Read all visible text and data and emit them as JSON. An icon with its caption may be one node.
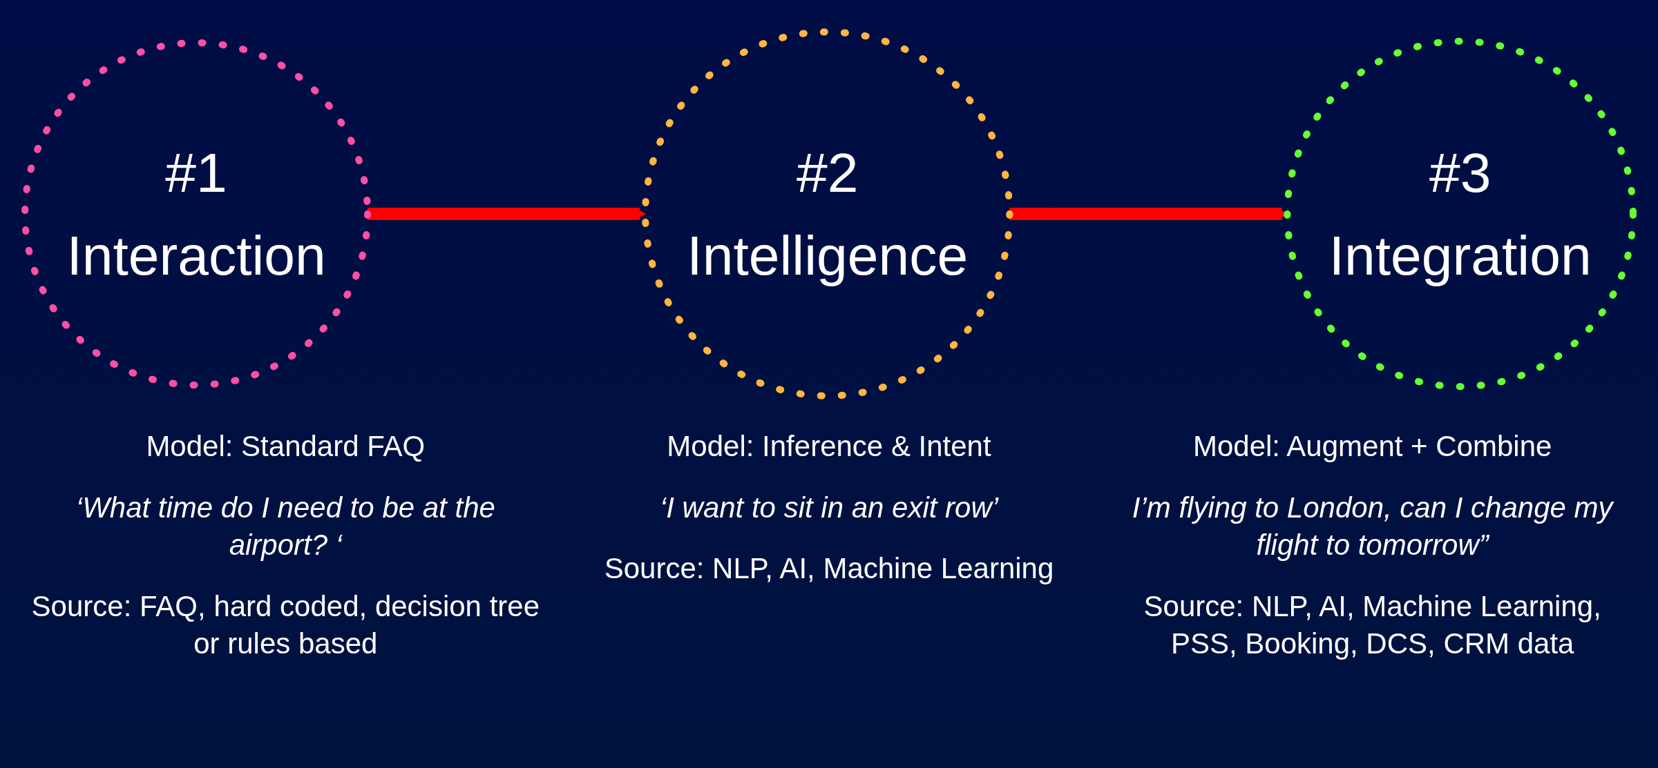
{
  "diagram": {
    "nodes": [
      {
        "text": [
          "#1",
          "Interaction"
        ],
        "beside": [
          "Model: Standard FAQ",
          "‘What time do I need to be at the airport? ‘",
          "Source: FAQ, hard coded, decision tree or rules based"
        ]
      },
      {
        "text": [
          "#2",
          "Intelligence"
        ],
        "beside": [
          "Model: Inference & Intent",
          "‘I want to sit in an exit row’",
          "Source: NLP, AI, Machine Learning"
        ]
      },
      {
        "text": [
          "#3",
          "Integration"
        ],
        "beside": [
          "Model: Augment + Combine",
          "I’m flying to London, can I change my flight to tomorrow”",
          "Source: NLP, AI, Machine Learning, PSS, Booking, DCS, CRM data"
        ]
      }
    ],
    "edges": [
      {
        "from": 0,
        "to": 1,
        "arrow": "to",
        "color": "#ff0000"
      },
      {
        "from": 1,
        "to": 2,
        "arrow": "to",
        "color": "#ff0000"
      }
    ]
  }
}
